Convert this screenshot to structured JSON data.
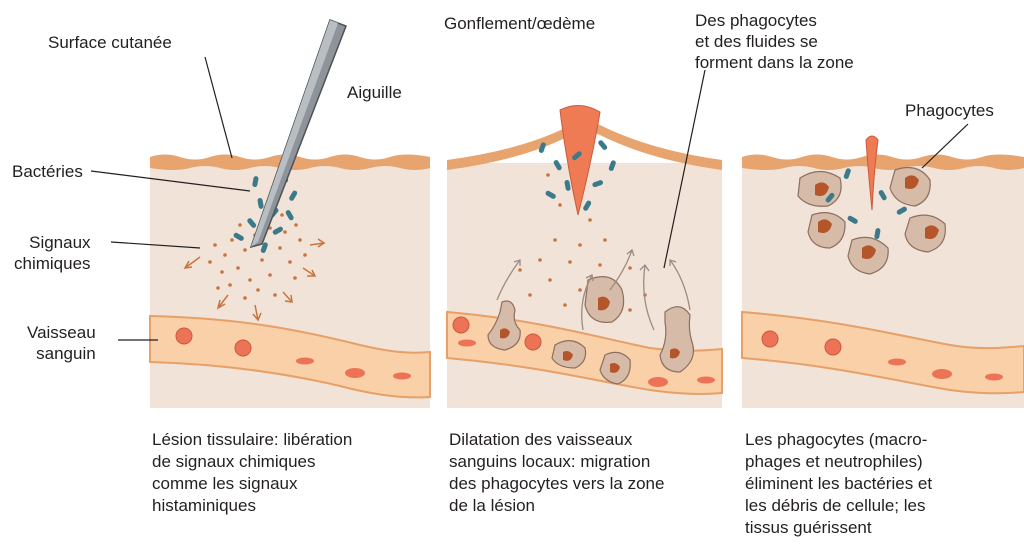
{
  "labels": {
    "surface": "Surface cutanée",
    "aiguille": "Aiguille",
    "bacteries": "Bactéries",
    "signaux": [
      "Signaux",
      "chimiques"
    ],
    "vaisseau": [
      "Vaisseau",
      "sanguin"
    ],
    "gonflement": "Gonflement/œdème",
    "phagocytes_fluides": [
      "Des phagocytes",
      "et des fluides se",
      "forment dans la zone"
    ],
    "phagocytes": "Phagocytes"
  },
  "captions": [
    [
      "Lésion tissulaire: libération",
      "de signaux chimiques",
      "comme les signaux",
      "histaminiques"
    ],
    [
      "Dilatation des vaisseaux",
      "sanguins locaux: migration",
      "des phagocytes vers la zone",
      "de la lésion"
    ],
    [
      "Les phagocytes (macro-",
      "phages et neutrophiles)",
      "éliminent les bactéries et",
      "les débris de cellule; les",
      "tissus guérissent"
    ]
  ],
  "colors": {
    "tissue": "#f1e3d7",
    "skin": "#e7a46f",
    "vessel": "#f9d0a8",
    "vessel_border": "#e6a068",
    "cell": "#ec7355",
    "bacteria": "#3a7a8a",
    "signal": "#c8743f",
    "phagocyte": "#d6bba9",
    "nucleus": "#b5552a",
    "swelling": "#ef7b55",
    "needle": "#8e949a"
  },
  "icons": [
    "needle-icon",
    "bacteria-icon",
    "phagocyte-icon",
    "red-blood-cell-icon"
  ]
}
